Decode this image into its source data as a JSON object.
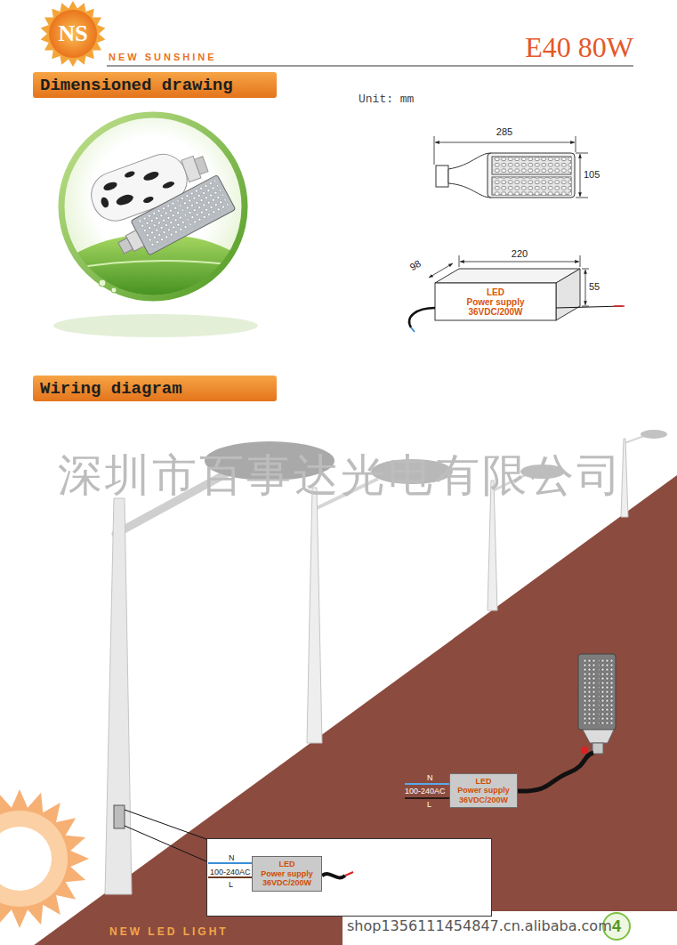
{
  "diagram": {
    "title": "E40 80W",
    "nodes": [
      {
        "text": [
          "NS"
        ]
      },
      {
        "text": [
          "Dimensioned drawing"
        ]
      },
      {
        "text": [
          "LED",
          "Power supply",
          "36VDC/200W"
        ]
      },
      {
        "text": [
          "Wiring diagram"
        ]
      },
      {
        "text": [
          "LED",
          "Power supply",
          "36VDC/200W"
        ]
      },
      {
        "text": [
          "N",
          "100-240AC",
          "L"
        ]
      },
      {
        "text": [
          "LED",
          "Power supply",
          "36VDC/200W"
        ],
        "in": 5
      }
    ],
    "labels": [
      "NEW SUNSHINE",
      "Unit: mm",
      "285",
      "105",
      "220",
      "98",
      "55",
      "深圳市百事达光电有限公司",
      "N",
      "100-240AC",
      "L",
      "NEW LED LIGHT",
      "shop1356111454847.cn.alibaba.com",
      "4"
    ]
  }
}
